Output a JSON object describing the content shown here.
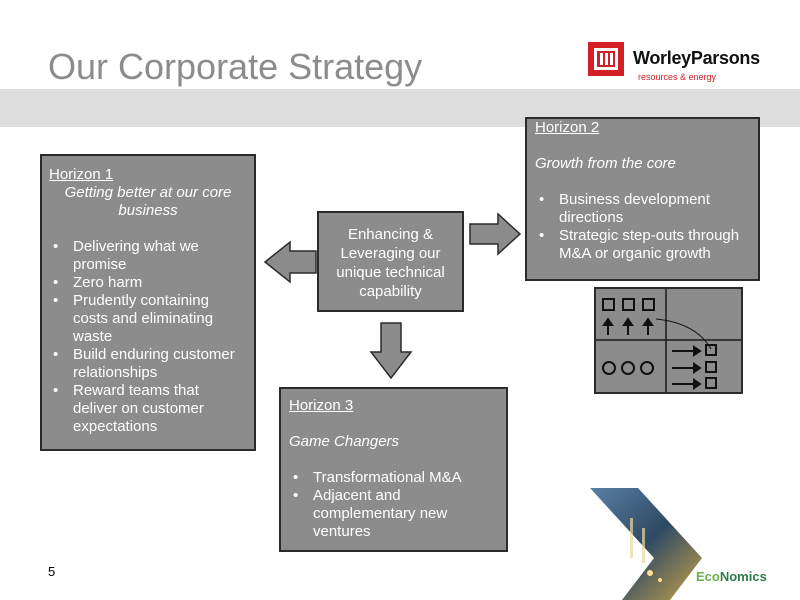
{
  "title": "Our Corporate Strategy",
  "logo": {
    "name": "WorleyParsons",
    "tagline": "resources & energy"
  },
  "horizon1": {
    "heading": "Horizon 1",
    "subtitle": "Getting better at our core business",
    "bullets": [
      "Delivering what we promise",
      "Zero harm",
      "Prudently containing costs and eliminating waste",
      "Build enduring customer relationships",
      "Reward teams that deliver on customer expectations"
    ]
  },
  "horizon2": {
    "heading": "Horizon 2",
    "subtitle": "Growth from the core",
    "bullets": [
      "Business development directions",
      "Strategic step-outs through M&A or organic growth"
    ]
  },
  "horizon3": {
    "heading": "Horizon 3",
    "subtitle": "Game Changers",
    "bullets": [
      "Transformational  M&A",
      "Adjacent and complementary new ventures"
    ]
  },
  "center": {
    "text": "Enhancing & Leveraging our unique technical capability"
  },
  "slide_number": "5",
  "brand": {
    "prefix": "Eco",
    "suffix": "Nomics"
  },
  "colors": {
    "box_fill": "#8c8c8c",
    "title": "#8c8c8c",
    "band": "#dedede",
    "brand_red": "#d32027"
  }
}
